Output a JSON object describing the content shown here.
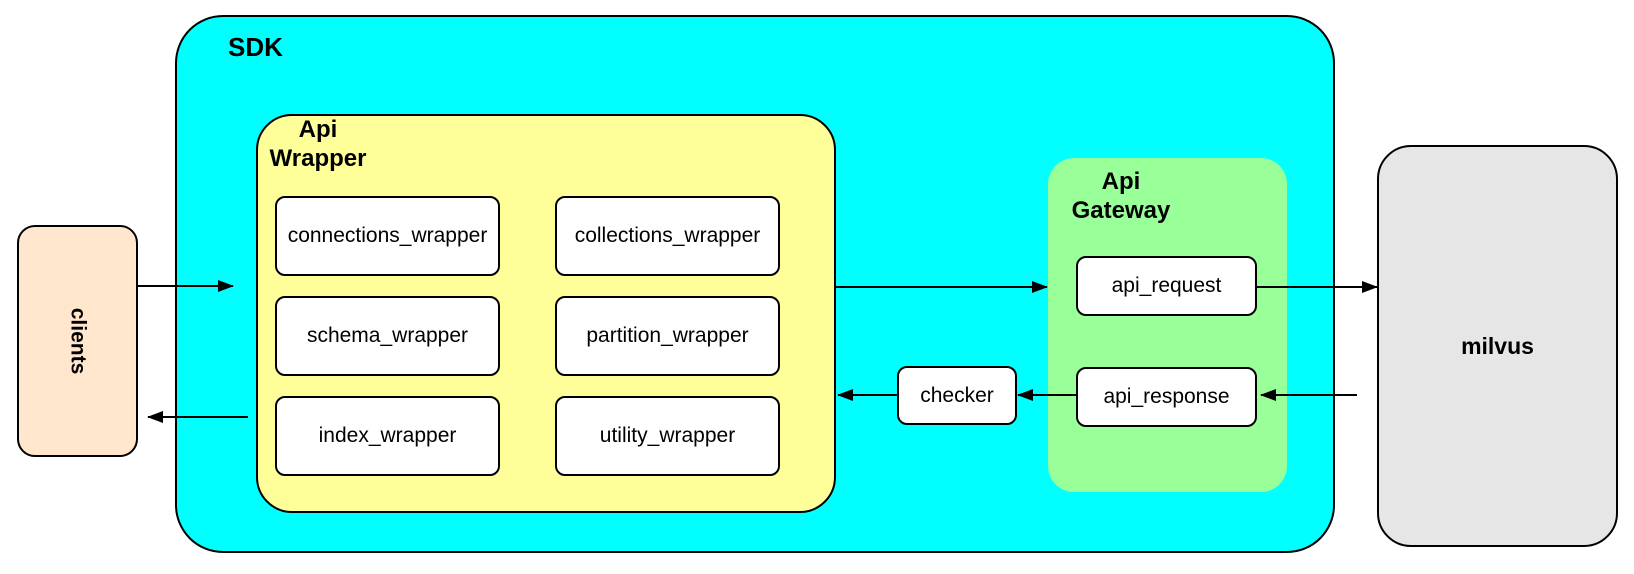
{
  "nodes": {
    "clients": {
      "label": "clients"
    },
    "sdk": {
      "label": "SDK"
    },
    "api_wrapper": {
      "label": "Api\nWrapper",
      "boxes": [
        "connections_wrapper",
        "collections_wrapper",
        "schema_wrapper",
        "partition_wrapper",
        "index_wrapper",
        "utility_wrapper"
      ]
    },
    "checker": {
      "label": "checker"
    },
    "api_gateway": {
      "label": "Api\nGateway",
      "boxes": [
        "api_request",
        "api_response"
      ]
    },
    "milvus": {
      "label": "milvus"
    }
  },
  "colors": {
    "sdk_fill": "#00FFFF",
    "api_wrapper_fill": "#FFFF99",
    "api_gateway_fill": "#99FF99",
    "clients_fill": "#FFE6CC",
    "milvus_fill": "#E6E6E6",
    "leaf_box_fill": "#FFFFFF",
    "line": "#000000"
  },
  "edges": [
    {
      "from": "clients",
      "to": "sdk"
    },
    {
      "from": "api_wrapper",
      "to": "api_gateway"
    },
    {
      "from": "api_request",
      "to": "milvus"
    },
    {
      "from": "milvus",
      "to": "api_response"
    },
    {
      "from": "api_response",
      "to": "checker"
    },
    {
      "from": "checker",
      "to": "api_wrapper"
    },
    {
      "from": "sdk",
      "to": "clients"
    }
  ]
}
